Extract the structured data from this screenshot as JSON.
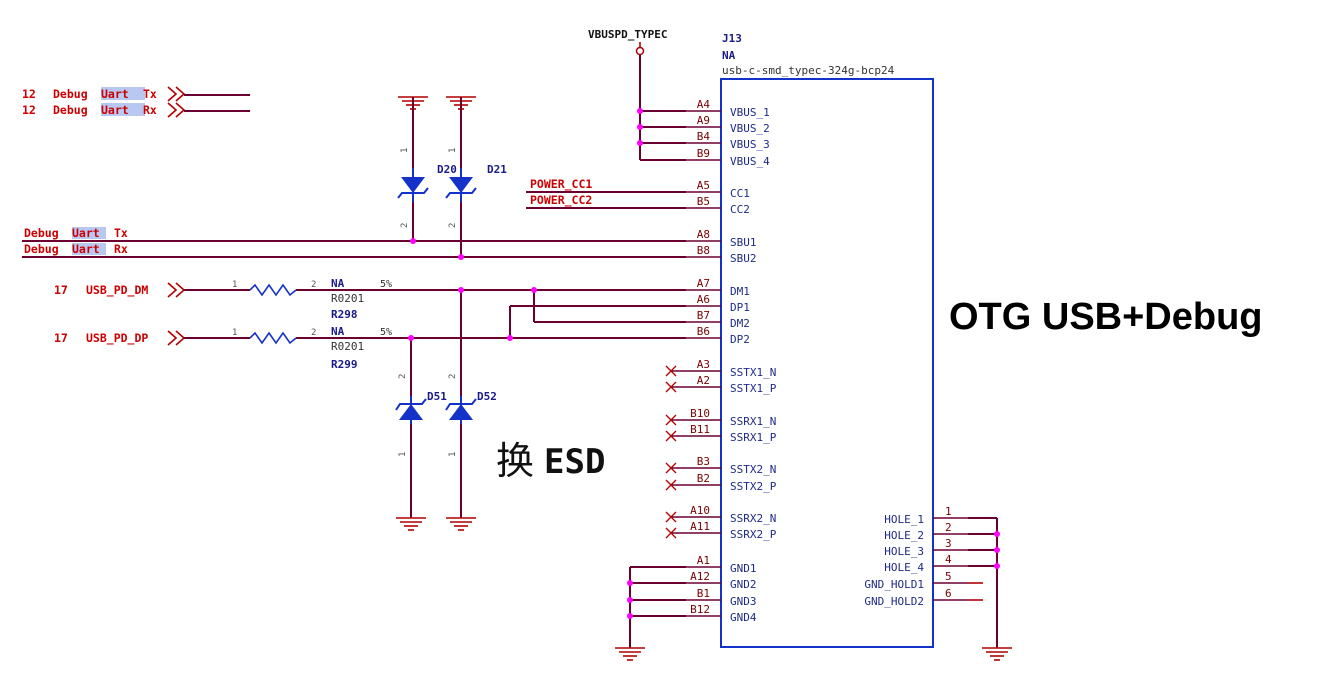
{
  "connector": {
    "ref": "J13",
    "value": "NA",
    "footprint": "usb-c-smd_typec-324g-bcp24",
    "power_net": "VBUSPD_TYPEC",
    "left_pins": [
      {
        "num": "A4",
        "name": "VBUS_1"
      },
      {
        "num": "A9",
        "name": "VBUS_2"
      },
      {
        "num": "B4",
        "name": "VBUS_3"
      },
      {
        "num": "B9",
        "name": "VBUS_4"
      },
      {
        "num": "A5",
        "name": "CC1"
      },
      {
        "num": "B5",
        "name": "CC2"
      },
      {
        "num": "A8",
        "name": "SBU1"
      },
      {
        "num": "B8",
        "name": "SBU2"
      },
      {
        "num": "A7",
        "name": "DM1"
      },
      {
        "num": "A6",
        "name": "DP1"
      },
      {
        "num": "B7",
        "name": "DM2"
      },
      {
        "num": "B6",
        "name": "DP2"
      },
      {
        "num": "A3",
        "name": "SSTX1_N"
      },
      {
        "num": "A2",
        "name": "SSTX1_P"
      },
      {
        "num": "B10",
        "name": "SSRX1_N"
      },
      {
        "num": "B11",
        "name": "SSRX1_P"
      },
      {
        "num": "B3",
        "name": "SSTX2_N"
      },
      {
        "num": "B2",
        "name": "SSTX2_P"
      },
      {
        "num": "A10",
        "name": "SSRX2_N"
      },
      {
        "num": "A11",
        "name": "SSRX2_P"
      },
      {
        "num": "A1",
        "name": "GND1"
      },
      {
        "num": "A12",
        "name": "GND2"
      },
      {
        "num": "B1",
        "name": "GND3"
      },
      {
        "num": "B12",
        "name": "GND4"
      }
    ],
    "right_pins": [
      {
        "num": "1",
        "name": "HOLE_1"
      },
      {
        "num": "2",
        "name": "HOLE_2"
      },
      {
        "num": "3",
        "name": "HOLE_3"
      },
      {
        "num": "4",
        "name": "HOLE_4"
      },
      {
        "num": "5",
        "name": "GND_HOLD1"
      },
      {
        "num": "6",
        "name": "GND_HOLD2"
      }
    ]
  },
  "nets": {
    "offpage_tx": {
      "sheet": "12",
      "name_a": "Debug",
      "name_b": "Uart",
      "name_c": "Tx"
    },
    "offpage_rx": {
      "sheet": "12",
      "name_a": "Debug",
      "name_b": "Uart",
      "name_c": "Rx"
    },
    "tx": {
      "a": "Debug",
      "b": "Uart",
      "c": "Tx"
    },
    "rx": {
      "a": "Debug",
      "b": "Uart",
      "c": "Rx"
    },
    "dm": {
      "sheet": "17",
      "name": "USB_PD_DM"
    },
    "dp": {
      "sheet": "17",
      "name": "USB_PD_DP"
    },
    "cc1": "POWER_CC1",
    "cc2": "POWER_CC2"
  },
  "resistors": [
    {
      "ref": "R298",
      "value": "NA",
      "tolerance": "5%",
      "footprint": "R0201",
      "pin1": "1",
      "pin2": "2"
    },
    {
      "ref": "R299",
      "value": "NA",
      "tolerance": "5%",
      "footprint": "R0201",
      "pin1": "1",
      "pin2": "2"
    }
  ],
  "diodes": [
    {
      "ref": "D20",
      "pin_top": "1",
      "pin_bottom": "2"
    },
    {
      "ref": "D21",
      "pin_top": "1",
      "pin_bottom": "2"
    },
    {
      "ref": "D51",
      "pin_top": "2",
      "pin_bottom": "1"
    },
    {
      "ref": "D52",
      "pin_top": "2",
      "pin_bottom": "1"
    }
  ],
  "annotations": {
    "title": "OTG USB+Debug",
    "esd_note_cjk": "换",
    "esd_note_latin": "ESD"
  },
  "colors": {
    "wire": "#6b0030",
    "net_label": "#cc0000",
    "component": "#1432c8",
    "junction": "#ff00ff",
    "ground": "#b00000"
  }
}
